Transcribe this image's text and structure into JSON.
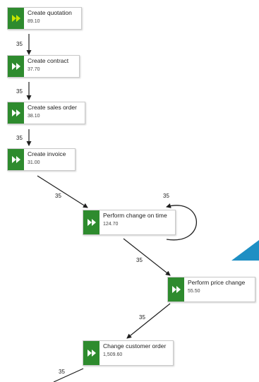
{
  "colors": {
    "activity_green": "#2e8b2e",
    "icon_start_color": "#c8e600",
    "icon_color": "#ffffff",
    "edge_color": "#1f1f1f",
    "accent_blue": "#1e8fc4"
  },
  "nodes": [
    {
      "id": "n1",
      "name": "Create quotation",
      "value": "89.10",
      "icon": "fast-forward-icon"
    },
    {
      "id": "n2",
      "name": "Create contract",
      "value": "37.70",
      "icon": "fast-forward-icon"
    },
    {
      "id": "n3",
      "name": "Create sales order",
      "value": "38.10",
      "icon": "fast-forward-icon"
    },
    {
      "id": "n4",
      "name": "Create invoice",
      "value": "31.00",
      "icon": "fast-forward-icon"
    },
    {
      "id": "n5",
      "name": "Perform change on time",
      "value": "124.70",
      "icon": "fast-forward-icon"
    },
    {
      "id": "n6",
      "name": "Perform price change",
      "value": "55.50",
      "icon": "fast-forward-icon"
    },
    {
      "id": "n7",
      "name": "Change customer order",
      "value": "1,509.60",
      "icon": "fast-forward-icon"
    }
  ],
  "edges": [
    {
      "from": "n1",
      "to": "n2",
      "label": "35"
    },
    {
      "from": "n2",
      "to": "n3",
      "label": "35"
    },
    {
      "from": "n3",
      "to": "n4",
      "label": "35"
    },
    {
      "from": "n4",
      "to": "n5",
      "label": "35"
    },
    {
      "from": "n5",
      "to": "n5",
      "label": "35"
    },
    {
      "from": "n5",
      "to": "n6",
      "label": "35"
    },
    {
      "from": "n6",
      "to": "n7",
      "label": "35"
    },
    {
      "from": "n7",
      "to": "next",
      "label": "35"
    }
  ]
}
